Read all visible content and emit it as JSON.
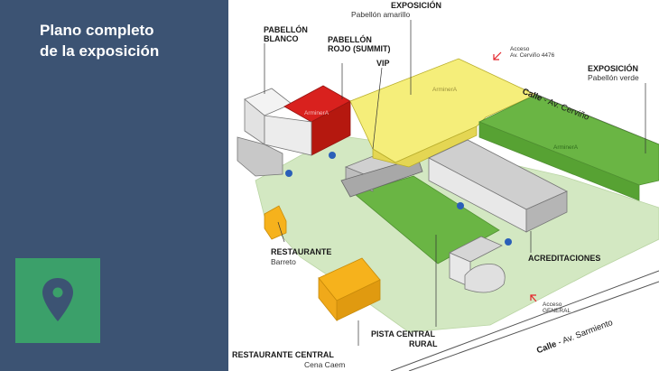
{
  "sidebar": {
    "title_line1": "Plano completo",
    "title_line2": "de la exposición",
    "icon": "map-pin-icon",
    "accent_color": "#3ba06a",
    "background_color": "#3c5373"
  },
  "map": {
    "labels": {
      "expo_amarillo_title": "EXPOSICIÓN",
      "expo_amarillo_sub": "Pabellón amarillo",
      "pabellon_blanco_1": "PABELLÓN",
      "pabellon_blanco_2": "BLANCO",
      "pabellon_rojo_1": "PABELLÓN",
      "pabellon_rojo_2": "ROJO (SUMMIT)",
      "vip": "VIP",
      "acceso_cervino_1": "Acceso",
      "acceso_cervino_2": "Av. Cerviño 4476",
      "expo_verde_title": "EXPOSICIÓN",
      "expo_verde_sub": "Pabellón verde",
      "restaurante_title": "RESTAURANTE",
      "restaurante_sub": "Barreto",
      "acreditaciones": "ACREDITACIONES",
      "pista_1": "PISTA CENTRAL",
      "pista_2": "RURAL",
      "acceso_general_1": "Acceso",
      "acceso_general_2": "GENERAL",
      "restaurante_central_title": "RESTAURANTE CENTRAL",
      "restaurante_central_sub": "Cena Caem"
    },
    "streets": {
      "cervino_prefix": "Calle",
      "cervino_name": " - Av. Cerviño",
      "sarmiento_prefix": "Calle",
      "sarmiento_name": " - Av. Sarmiento"
    },
    "building_logos": [
      "ArminerA",
      "ArminerA",
      "ArminerA"
    ],
    "colors": {
      "yellow_pavilion": "#f5ee7a",
      "red_pavilion": "#d9211e",
      "green_pavilion": "#6ab544",
      "white_pavilion": "#eeeeee",
      "restaurant": "#f6b21c",
      "ground": "#d3e8c2",
      "access_arrow": "#e4242b",
      "info_marker": "#2a5fb8"
    }
  }
}
